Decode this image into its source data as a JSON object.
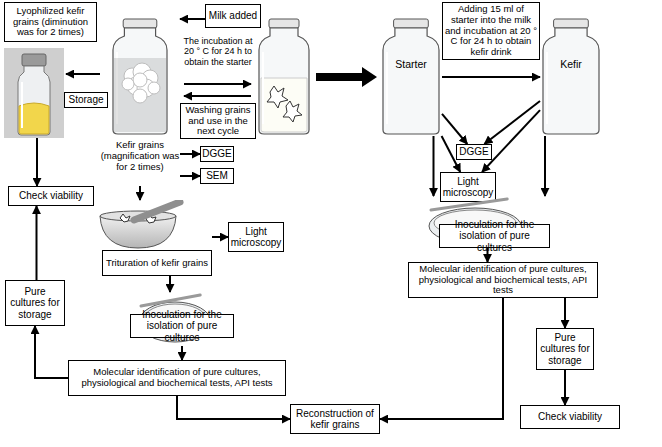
{
  "diagram": {
    "nodes": [
      {
        "text": [
          "Lyophilized kefir grains (diminution was for 2 times)"
        ]
      },
      {
        "text": [
          "Milk added"
        ]
      },
      {
        "text": [
          "Adding 15 ml of starter into the milk and incubation at 20 ° C for 24 h to obtain kefir drink"
        ]
      },
      {
        "text": [
          "Storage"
        ]
      },
      {
        "text": [
          "Starter"
        ]
      },
      {
        "text": [
          "Kefir"
        ]
      },
      {
        "text": [
          "Washing grains and use in the next cycle"
        ]
      },
      {
        "text": [
          "Kefir grains (magnification was for 2 times)"
        ]
      },
      {
        "text": [
          "DGGE"
        ]
      },
      {
        "text": [
          "SEM"
        ]
      },
      {
        "text": [
          "DGGE"
        ]
      },
      {
        "text": [
          "Light microscopy"
        ]
      },
      {
        "text": [
          "Check viability"
        ]
      },
      {
        "text": [
          "Trituration of kefir grains"
        ]
      },
      {
        "text": [
          "Light microscopy"
        ]
      },
      {
        "text": [
          "Inoculation for the isolation of pure cultures"
        ]
      },
      {
        "text": [
          "Molecular identification of pure cultures, physiological and biochemical tests, API tests"
        ]
      },
      {
        "text": [
          "Pure cultures for storage"
        ]
      },
      {
        "text": [
          "Inoculation for the isolation of pure cultures"
        ]
      },
      {
        "text": [
          "Pure cultures for storage"
        ]
      },
      {
        "text": [
          "Molecular identification of pure cultures, physiological and biochemical tests, API tests"
        ]
      },
      {
        "text": [
          "Reconstruction of kefir grains"
        ]
      },
      {
        "text": [
          "Check viability"
        ]
      }
    ],
    "edges": [
      {
        "from": 7,
        "to": 0,
        "arrow": "to"
      },
      {
        "from": 0,
        "to": 12,
        "arrow": "to"
      },
      {
        "from": 17,
        "to": 12,
        "arrow": "to"
      },
      {
        "from": 1,
        "to": 7,
        "arrow": "to"
      },
      {
        "from": 4,
        "to": 5,
        "arrow": "to"
      },
      {
        "from": 7,
        "to": 8,
        "arrow": "to"
      },
      {
        "from": 7,
        "to": 9,
        "arrow": "to"
      },
      {
        "from": 7,
        "to": 13,
        "arrow": "to"
      },
      {
        "from": 13,
        "to": 14,
        "arrow": "to"
      },
      {
        "from": 13,
        "to": 18,
        "arrow": "to"
      },
      {
        "from": 18,
        "to": 20,
        "arrow": "to"
      },
      {
        "from": 20,
        "to": 17,
        "arrow": "to"
      },
      {
        "from": 20,
        "to": 21,
        "arrow": "to"
      },
      {
        "from": 4,
        "to": 10,
        "arrow": "to"
      },
      {
        "from": 4,
        "to": 11,
        "arrow": "to"
      },
      {
        "from": 5,
        "to": 10,
        "arrow": "to"
      },
      {
        "from": 5,
        "to": 11,
        "arrow": "to"
      },
      {
        "from": 4,
        "to": 15,
        "arrow": "to"
      },
      {
        "from": 5,
        "to": 15,
        "arrow": "to"
      },
      {
        "from": 15,
        "to": 16,
        "arrow": "to"
      },
      {
        "from": 16,
        "to": 19,
        "arrow": "to"
      },
      {
        "from": 16,
        "to": 21,
        "arrow": "to"
      },
      {
        "from": 19,
        "to": 22,
        "arrow": "to"
      }
    ],
    "labels": [
      "The incubation at 20 ° C for 24 h to obtain the starter"
    ]
  }
}
